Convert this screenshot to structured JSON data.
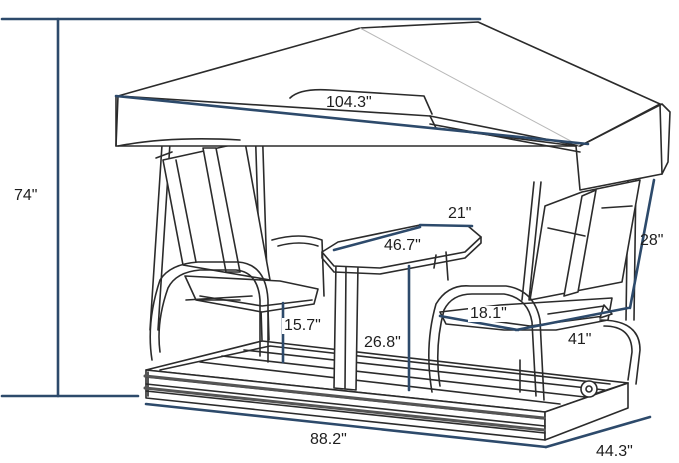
{
  "diagram": {
    "subject": "patio swing glider with canopy and center table",
    "colors": {
      "dimension_line": "#2d4a6b",
      "outline": "#2b2b2b",
      "fill": "#ffffff",
      "canopy_shade": "#f4f4f4"
    },
    "dimensions": {
      "canopy_width": "104.3\"",
      "overall_height": "74\"",
      "overall_length": "88.2\"",
      "overall_depth": "44.3\"",
      "table_length": "46.7\"",
      "table_width": "21\"",
      "table_height": "26.8\"",
      "seat_height": "15.7\"",
      "backrest_height": "28\"",
      "seat_depth": "18.1\"",
      "seat_width": "41\""
    }
  }
}
